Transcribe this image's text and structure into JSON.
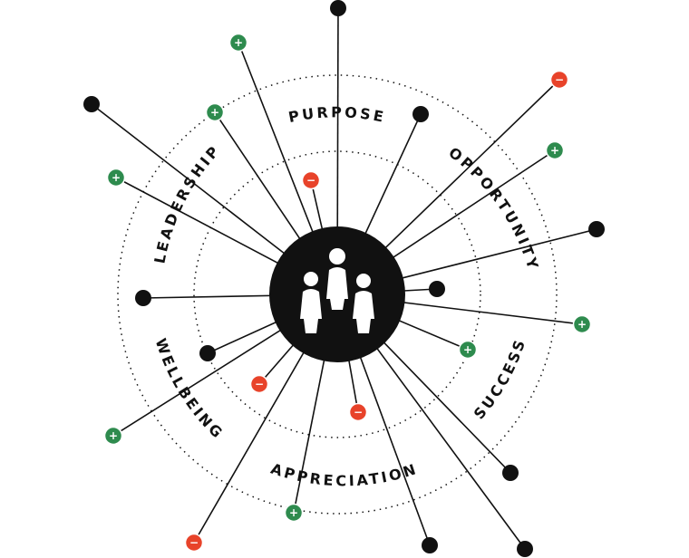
{
  "colors": {
    "ink": "#111111",
    "positive": "#2e8b4e",
    "negative": "#e8432a",
    "background": "#ffffff"
  },
  "center": {
    "icon": "people-group-icon"
  },
  "rings": [
    {
      "name": "inner-ring",
      "style": "dotted"
    },
    {
      "name": "outer-ring",
      "style": "dotted"
    }
  ],
  "labels": [
    {
      "id": "purpose",
      "text": "PURPOSE"
    },
    {
      "id": "opportunity",
      "text": "OPPORTUNITY"
    },
    {
      "id": "success",
      "text": "SUCCESS"
    },
    {
      "id": "appreciation",
      "text": "APPRECIATION"
    },
    {
      "id": "wellbeing",
      "text": "WELLBEING"
    },
    {
      "id": "leadership",
      "text": "LEADERSHIP"
    }
  ],
  "legend_signs": {
    "positive": "+",
    "negative": "−"
  },
  "spokes": [
    {
      "kind": "neutral"
    },
    {
      "kind": "positive"
    },
    {
      "kind": "positive"
    },
    {
      "kind": "negative"
    },
    {
      "kind": "neutral"
    },
    {
      "kind": "negative"
    },
    {
      "kind": "positive"
    },
    {
      "kind": "neutral"
    },
    {
      "kind": "neutral"
    },
    {
      "kind": "positive"
    },
    {
      "kind": "positive"
    },
    {
      "kind": "neutral"
    },
    {
      "kind": "neutral"
    },
    {
      "kind": "negative"
    },
    {
      "kind": "neutral"
    },
    {
      "kind": "positive"
    },
    {
      "kind": "negative"
    },
    {
      "kind": "negative"
    },
    {
      "kind": "neutral"
    },
    {
      "kind": "positive"
    },
    {
      "kind": "neutral"
    },
    {
      "kind": "positive"
    },
    {
      "kind": "neutral"
    }
  ]
}
